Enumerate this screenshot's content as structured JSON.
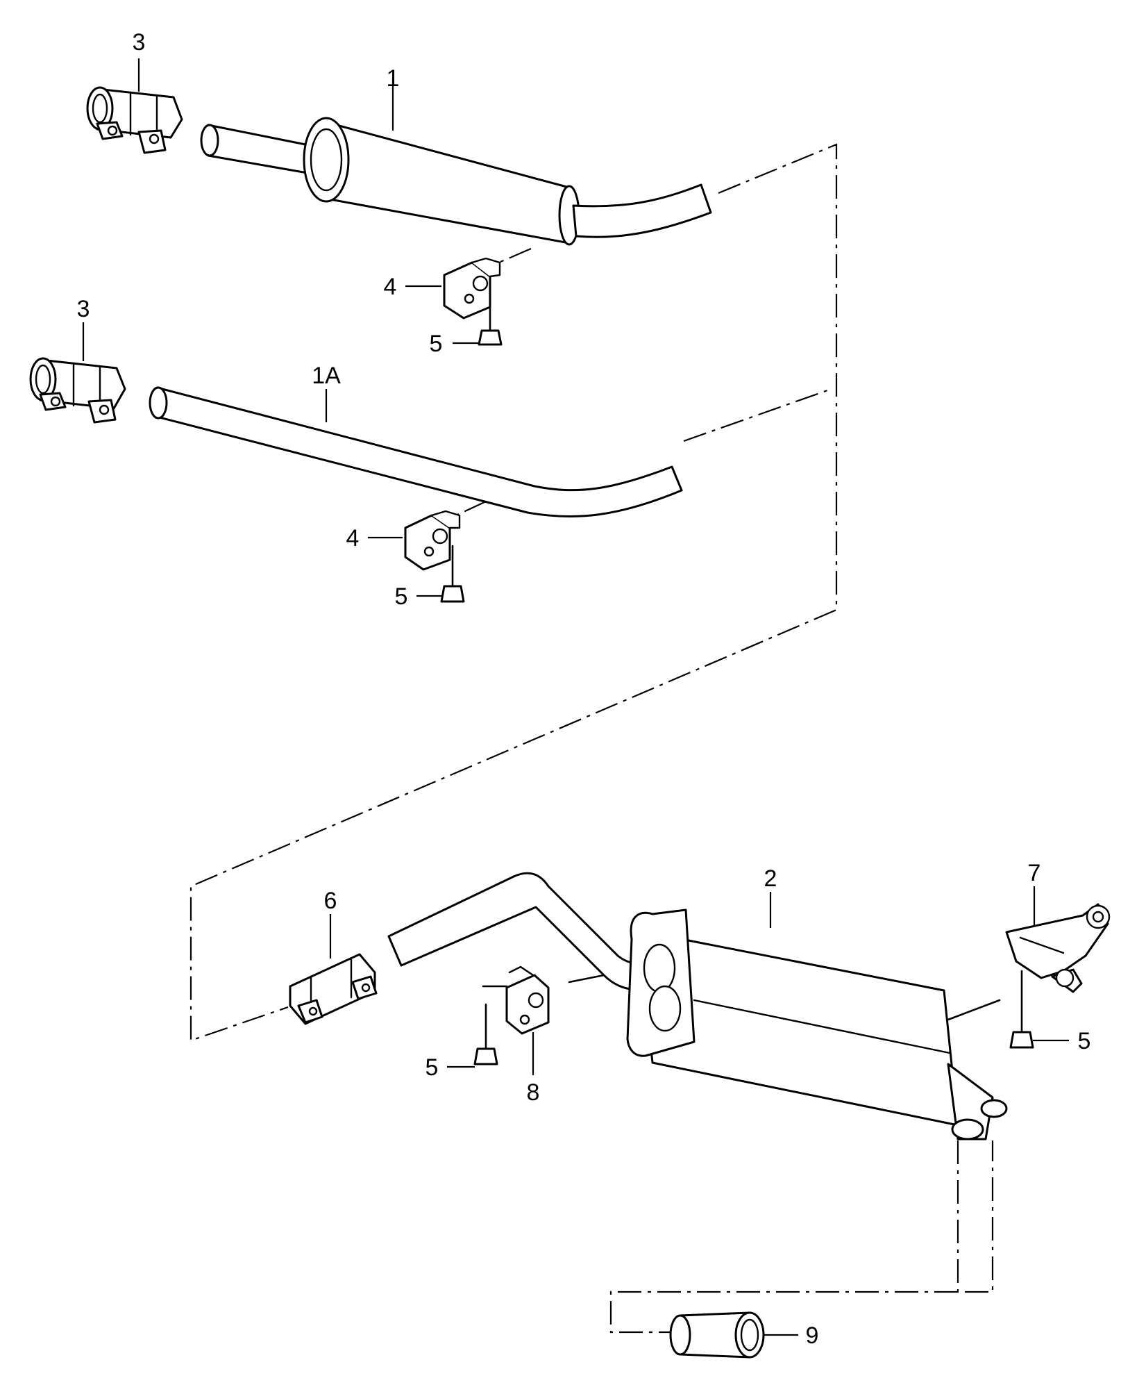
{
  "diagram": {
    "callouts": {
      "c1": "1",
      "c1a": "1A",
      "c2": "2",
      "c3a": "3",
      "c3b": "3",
      "c4a": "4",
      "c4b": "4",
      "c5a": "5",
      "c5b": "5",
      "c5c": "5",
      "c5d": "5",
      "c6": "6",
      "c7": "7",
      "c8": "8",
      "c9": "9"
    },
    "parts": [
      {
        "callout": "1",
        "part": "front-silencer"
      },
      {
        "callout": "1A",
        "part": "connecting-pipe"
      },
      {
        "callout": "2",
        "part": "rear-silencer"
      },
      {
        "callout": "3",
        "part": "clamp"
      },
      {
        "callout": "4",
        "part": "hanger-bracket"
      },
      {
        "callout": "5",
        "part": "bolt"
      },
      {
        "callout": "6",
        "part": "clamp"
      },
      {
        "callout": "7",
        "part": "bracket"
      },
      {
        "callout": "8",
        "part": "hanger-bracket"
      },
      {
        "callout": "9",
        "part": "tailpipe-tip"
      }
    ]
  }
}
